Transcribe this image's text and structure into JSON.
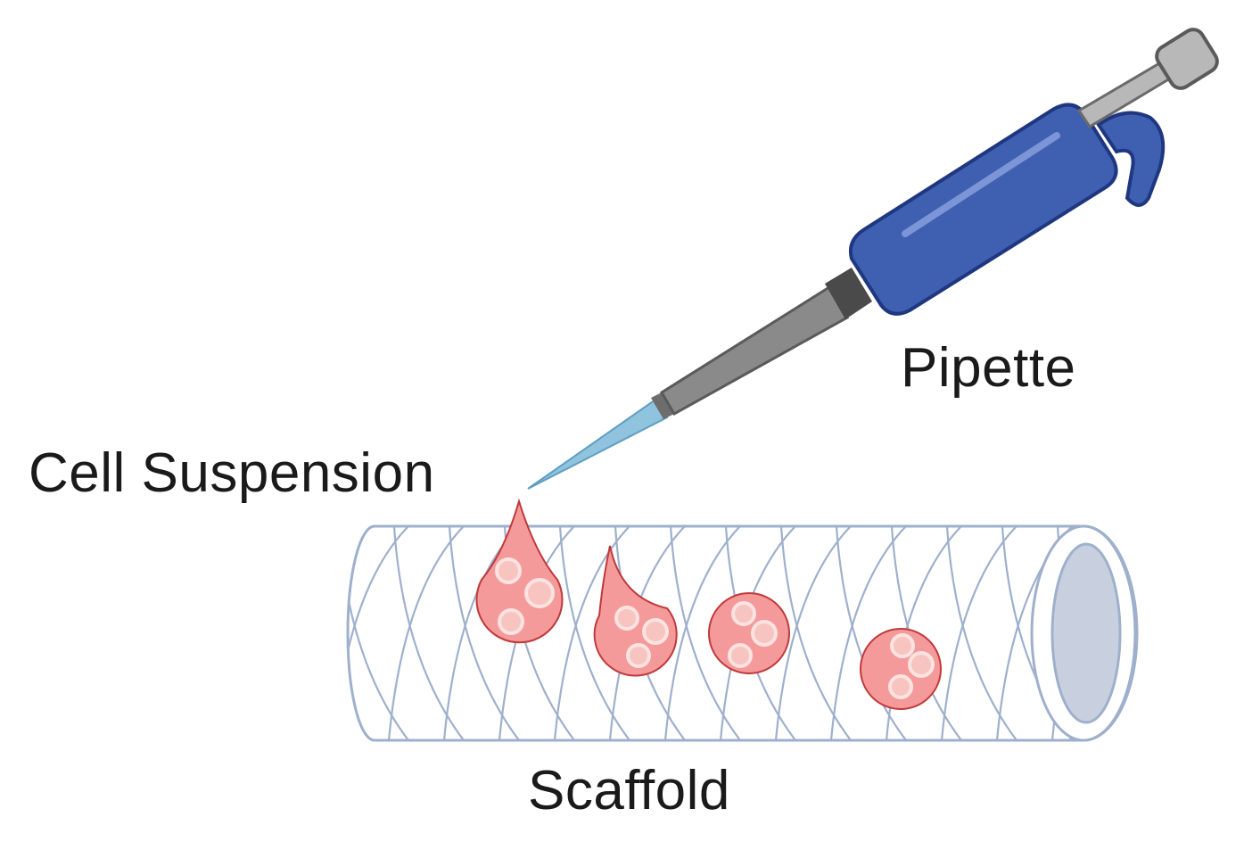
{
  "labels": {
    "pipette": "Pipette",
    "cell_suspension": "Cell Suspension",
    "scaffold": "Scaffold"
  },
  "colors": {
    "pipette_body": "#3f5fb0",
    "pipette_highlight": "#7b95d6",
    "pipette_shaft": "#8a8a8a",
    "pipette_tip": "#8fc3de",
    "plunger": "#b8b8b8",
    "scaffold_stroke": "#9fb0cc",
    "scaffold_lumen": "#c8d0e0",
    "droplet_fill": "#f49a9a",
    "droplet_stroke": "#c0393b",
    "cell_fill": "#f7c4c0",
    "cell_stroke": "#fbe3e1"
  },
  "icons": [
    "pipette-icon",
    "scaffold-icon",
    "droplet-icon",
    "cell-icon"
  ]
}
